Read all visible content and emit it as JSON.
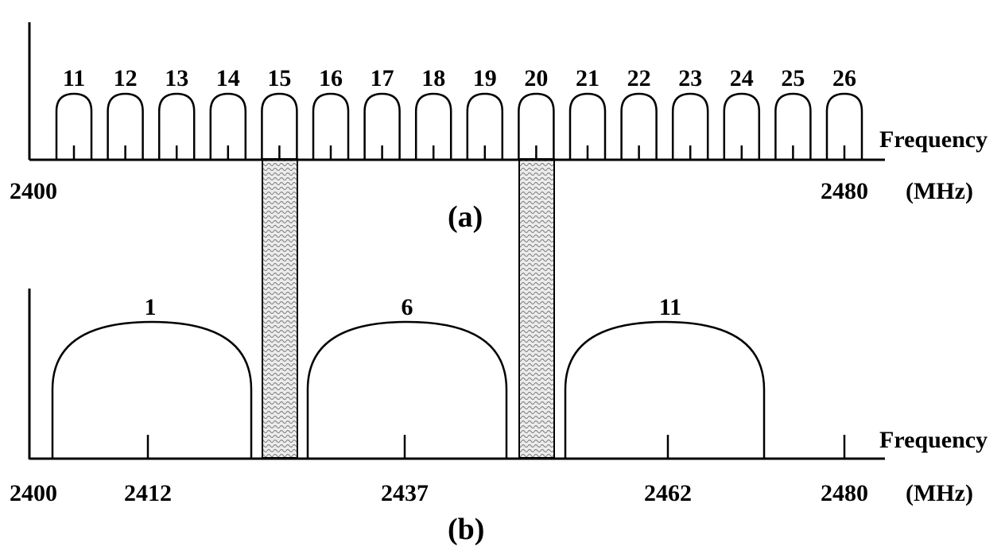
{
  "panel_a": {
    "label": "(a)",
    "channels": [
      "11",
      "12",
      "13",
      "14",
      "15",
      "16",
      "17",
      "18",
      "19",
      "20",
      "21",
      "22",
      "23",
      "24",
      "25",
      "26"
    ],
    "axis_start": "2400",
    "axis_end": "2480",
    "axis_title": "Frequency",
    "axis_unit": "(MHz)"
  },
  "panel_b": {
    "label": "(b)",
    "channels": [
      {
        "name": "1",
        "center": "2412"
      },
      {
        "name": "6",
        "center": "2437"
      },
      {
        "name": "11",
        "center": "2462"
      }
    ],
    "axis_start": "2400",
    "axis_end": "2480",
    "axis_title": "Frequency",
    "axis_unit": "(MHz)"
  },
  "overlap_channels": [
    "15",
    "20"
  ],
  "colors": {
    "ink": "#000000",
    "background": "#ffffff",
    "hatch": "#777777"
  }
}
